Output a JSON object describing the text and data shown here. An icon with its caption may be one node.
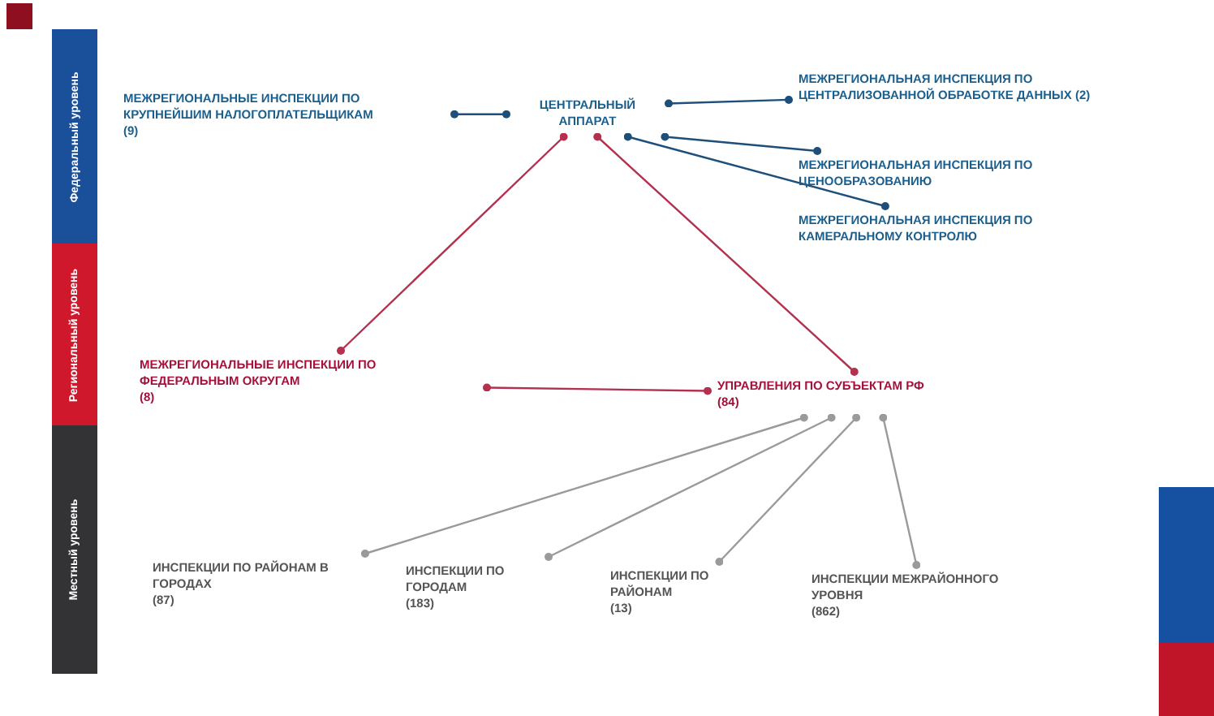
{
  "diagram": {
    "nodes": [
      {
        "text": [
          "Федеральный уровень"
        ]
      },
      {
        "text": [
          "Региональный уровень"
        ]
      },
      {
        "text": [
          "Местный уровень"
        ]
      },
      {
        "text": [
          "МЕЖРЕГИОНАЛЬНЫЕ ИНСПЕКЦИИ ПО КРУПНЕЙШИМ НАЛОГОПЛАТЕЛЬЩИКАМ",
          "(9)"
        ]
      },
      {
        "text": [
          "ЦЕНТРАЛЬНЫЙ АППАРАТ"
        ]
      },
      {
        "text": [
          "МЕЖРЕГИОНАЛЬНАЯ ИНСПЕКЦИЯ ПО ЦЕНТРАЛИЗОВАННОЙ ОБРАБОТКЕ ДАННЫХ (2)"
        ]
      },
      {
        "text": [
          "МЕЖРЕГИОНАЛЬНАЯ ИНСПЕКЦИЯ ПО ЦЕНООБРАЗОВАНИЮ"
        ]
      },
      {
        "text": [
          "МЕЖРЕГИОНАЛЬНАЯ ИНСПЕКЦИЯ ПО КАМЕРАЛЬНОМУ КОНТРОЛЮ"
        ]
      },
      {
        "text": [
          "МЕЖРЕГИОНАЛЬНЫЕ ИНСПЕКЦИИ ПО ФЕДЕРАЛЬНЫМ ОКРУГАМ",
          "(8)"
        ]
      },
      {
        "text": [
          "УПРАВЛЕНИЯ ПО СУБЪЕКТАМ РФ",
          "(84)"
        ]
      },
      {
        "text": [
          "ИНСПЕКЦИИ ПО РАЙОНАМ В ГОРОДАХ",
          "(87)"
        ]
      },
      {
        "text": [
          "ИНСПЕКЦИИ ПО ГОРОДАМ",
          "(183)"
        ]
      },
      {
        "text": [
          "ИНСПЕКЦИИ ПО РАЙОНАМ",
          "(13)"
        ]
      },
      {
        "text": [
          "ИНСПЕКЦИИ МЕЖРАЙОННОГО УРОВНЯ",
          "(862)"
        ]
      }
    ],
    "edges": [
      {
        "from": 3,
        "to": 4,
        "arrow": "other",
        "color": "#1d4f7a"
      },
      {
        "from": 4,
        "to": 5,
        "arrow": "other",
        "color": "#1d4f7a"
      },
      {
        "from": 4,
        "to": 6,
        "arrow": "other",
        "color": "#1d4f7a"
      },
      {
        "from": 4,
        "to": 7,
        "arrow": "other",
        "color": "#1d4f7a"
      },
      {
        "from": 4,
        "to": 8,
        "arrow": "other",
        "color": "#b3304e"
      },
      {
        "from": 4,
        "to": 9,
        "arrow": "other",
        "color": "#b3304e"
      },
      {
        "from": 8,
        "to": 9,
        "arrow": "other",
        "color": "#b3304e"
      },
      {
        "from": 9,
        "to": 10,
        "arrow": "other",
        "color": "#9a9a9a"
      },
      {
        "from": 9,
        "to": 11,
        "arrow": "other",
        "color": "#9a9a9a"
      },
      {
        "from": 9,
        "to": 12,
        "arrow": "other",
        "color": "#9a9a9a"
      },
      {
        "from": 9,
        "to": 13,
        "arrow": "other",
        "color": "#9a9a9a"
      }
    ]
  }
}
